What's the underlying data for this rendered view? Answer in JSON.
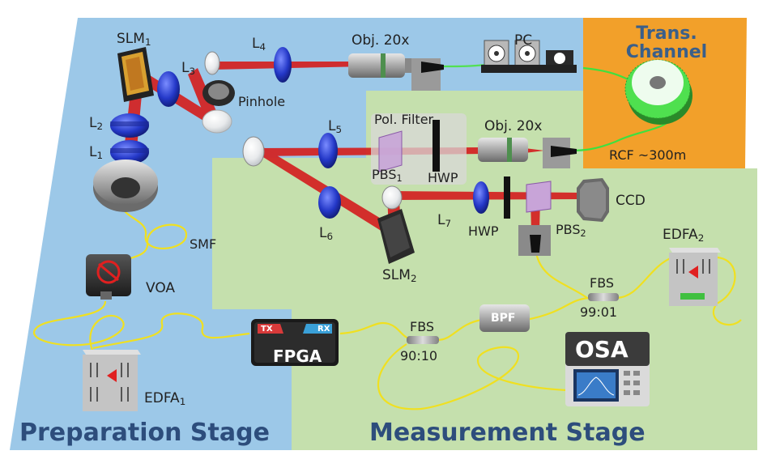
{
  "labels": {
    "slm1": {
      "main": "SLM",
      "sub": "1"
    },
    "l1": {
      "main": "L",
      "sub": "1"
    },
    "l2": {
      "main": "L",
      "sub": "2"
    },
    "l3": {
      "main": "L",
      "sub": "3"
    },
    "l4": {
      "main": "L",
      "sub": "4"
    },
    "l5": {
      "main": "L",
      "sub": "5"
    },
    "l6": {
      "main": "L",
      "sub": "6"
    },
    "l7": {
      "main": "L",
      "sub": "7"
    },
    "obj_top": "Obj. 20x",
    "obj_mid": "Obj. 20x",
    "pc": "PC",
    "pinhole": "Pinhole",
    "pol_filter": "Pol. Filter",
    "pbs1": {
      "main": "PBS",
      "sub": "1"
    },
    "hwp1": "HWP",
    "hwp2": "HWP",
    "pbs2": {
      "main": "PBS",
      "sub": "2"
    },
    "ccd": "CCD",
    "slm2": {
      "main": "SLM",
      "sub": "2"
    },
    "smf": "SMF",
    "voa": "VOA",
    "edfa1": {
      "main": "EDFA",
      "sub": "1"
    },
    "edfa2": {
      "main": "EDFA",
      "sub": "2"
    },
    "fpga": "FPGA",
    "tx": "TX",
    "rx": "RX",
    "fbs_left": "FBS",
    "fbs_left_ratio": "90:10",
    "fbs_right": "FBS",
    "fbs_right_ratio": "99:01",
    "bpf": "BPF",
    "osa": "OSA",
    "rcf": "RCF ~300m",
    "trans_line1": "Trans.",
    "trans_line2": "Channel"
  },
  "stages": {
    "preparation": "Preparation Stage",
    "measurement": "Measurement Stage"
  },
  "colors": {
    "preparation_bg": "#9cc8e8",
    "measurement_bg": "#c5e0ad",
    "trans_bg": "#f2a02a",
    "beam": "#d42020",
    "fiber": "#f0e020",
    "rcf_fiber": "#3fe03f",
    "lens": "#2540d0",
    "stage_text": "#2d4d7c"
  }
}
